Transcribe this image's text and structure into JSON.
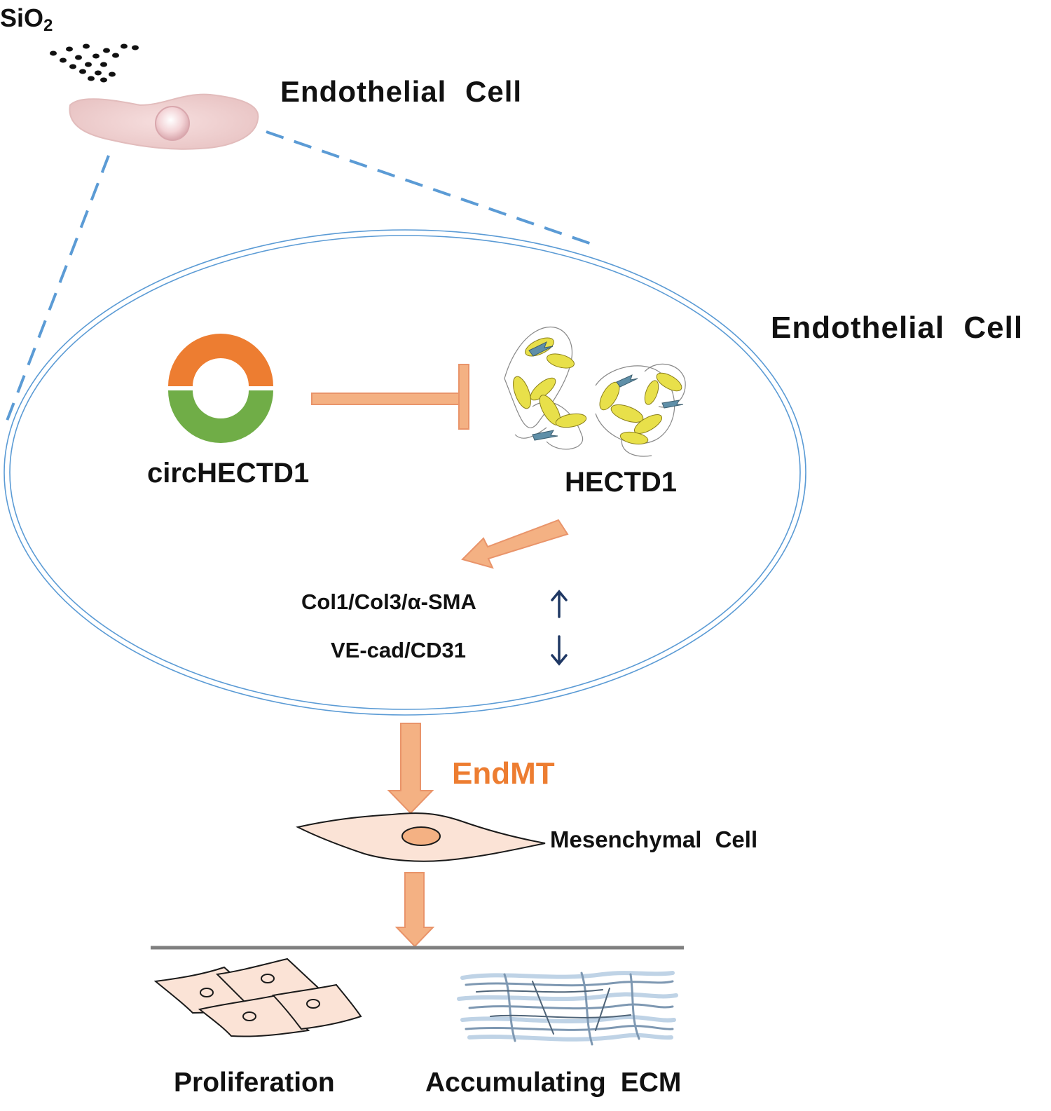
{
  "labels": {
    "sio2_main": "SiO",
    "sio2_sub": "2",
    "endothelial_top": "Endothelial Cell",
    "endothelial_right": "Endothelial Cell",
    "circ": "circHECTD1",
    "hectd1": "HECTD1",
    "markers_up": "Col1/Col3/α-SMA",
    "markers_down": "VE-cad/CD31",
    "arrow_up": "↑",
    "arrow_down": "↓",
    "endmt": "EndMT",
    "mesenchymal": "Mesenchymal Cell",
    "proliferation": "Proliferation",
    "ecm": "Accumulating ECM"
  },
  "colors": {
    "arrow_fill": "#F4B183",
    "arrow_stroke": "#E9946A",
    "circ_top": "#ED7D31",
    "circ_bottom": "#70AD47",
    "endmt_text": "#ED7D31",
    "membrane": "#5B9BD5",
    "dashed_line": "#5B9BD5",
    "marker_arrow": "#1F3864",
    "cell_fill": "#FBE3D6",
    "cell_top_fill": "#EFCFCF",
    "protein_helix": "#E8E04A",
    "protein_sheet": "#5F8FA8",
    "divider": "#808080",
    "ecm_fiber": "#9DB9D3"
  }
}
